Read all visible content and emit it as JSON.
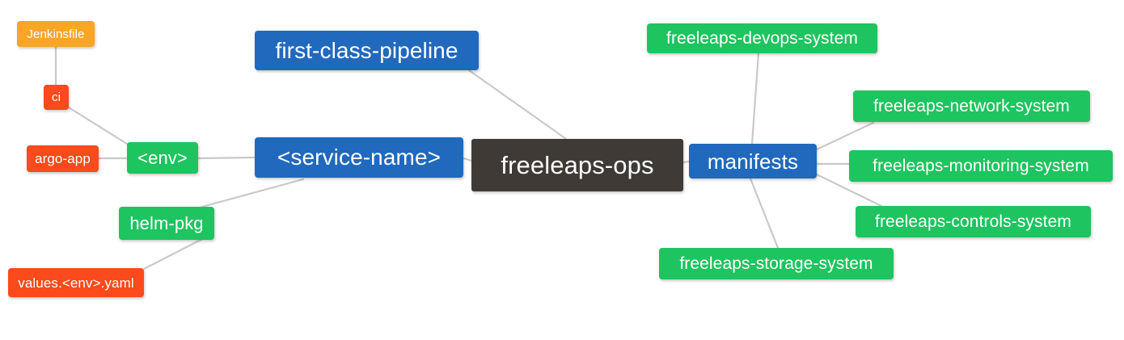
{
  "diagram": {
    "title": "freeleaps-ops repository mindmap",
    "type": "mindmap",
    "background": "#ffffff",
    "edge_color": "#c8c8c8",
    "palette": {
      "root": "#3f3a36",
      "blue": "#2069bd",
      "green": "#1ec45f",
      "orange": "#f9a526",
      "red": "#fb4a1b"
    }
  },
  "nodes": {
    "root": {
      "label": "freeleaps-ops",
      "color": "root"
    },
    "first_class_pipeline": {
      "label": "first-class-pipeline",
      "color": "blue"
    },
    "service_name": {
      "label": "<service-name>",
      "color": "blue"
    },
    "manifests": {
      "label": "manifests",
      "color": "blue"
    },
    "env": {
      "label": "<env>",
      "color": "green"
    },
    "helm_pkg": {
      "label": "helm-pkg",
      "color": "green"
    },
    "jenkinsfile": {
      "label": "Jenkinsfile",
      "color": "orange"
    },
    "ci": {
      "label": "ci",
      "color": "red"
    },
    "argo_app": {
      "label": "argo-app",
      "color": "red"
    },
    "values_yaml": {
      "label": "values.<env>.yaml",
      "color": "red"
    },
    "devops_system": {
      "label": "freeleaps-devops-system",
      "color": "green"
    },
    "network_system": {
      "label": "freeleaps-network-system",
      "color": "green"
    },
    "monitoring_system": {
      "label": "freeleaps-monitoring-system",
      "color": "green"
    },
    "controls_system": {
      "label": "freeleaps-controls-system",
      "color": "green"
    },
    "storage_system": {
      "label": "freeleaps-storage-system",
      "color": "green"
    }
  },
  "edges": [
    {
      "from": "first_class_pipeline",
      "to": "root"
    },
    {
      "from": "service_name",
      "to": "root"
    },
    {
      "from": "manifests",
      "to": "root"
    },
    {
      "from": "env",
      "to": "service_name"
    },
    {
      "from": "helm_pkg",
      "to": "service_name"
    },
    {
      "from": "jenkinsfile",
      "to": "ci"
    },
    {
      "from": "ci",
      "to": "env"
    },
    {
      "from": "argo_app",
      "to": "env"
    },
    {
      "from": "values_yaml",
      "to": "helm_pkg"
    },
    {
      "from": "manifests",
      "to": "devops_system"
    },
    {
      "from": "manifests",
      "to": "network_system"
    },
    {
      "from": "manifests",
      "to": "monitoring_system"
    },
    {
      "from": "manifests",
      "to": "controls_system"
    },
    {
      "from": "manifests",
      "to": "storage_system"
    }
  ]
}
